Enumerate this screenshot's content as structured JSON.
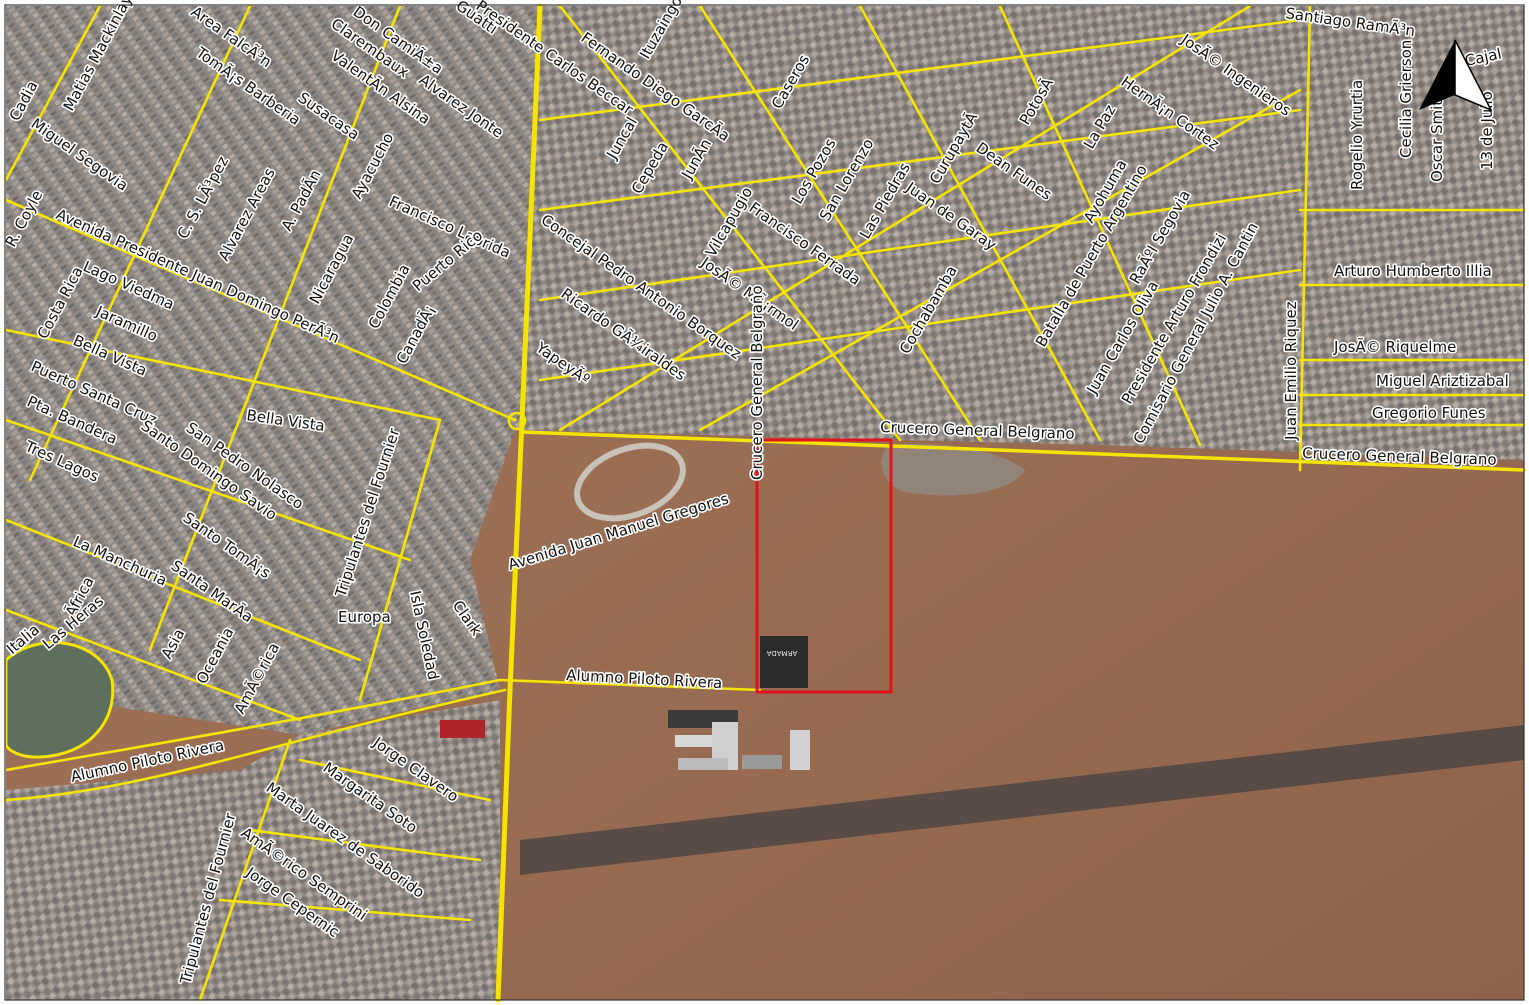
{
  "map": {
    "north_arrow": true,
    "colors": {
      "roads": "#f5e400",
      "study_area": "#e1131b",
      "terrain": "#9a6b4f",
      "urban": "#8e8a86",
      "lagoon": "#5d6f5c",
      "runway": "#4a4545"
    },
    "streets": [
      "Matias Mackinlay",
      "Area FalcÃ³n",
      "Don CamiÃ±a",
      "Guatti",
      "Presidente Carlos Beccar",
      "Fernando Diego GarcÃ­a",
      "Ituzaingo",
      "Santiago RamÃ³n",
      "Cajal",
      "TomÃ¡s Barberia",
      "Clarembaux",
      "ValentÃ­n Alsina",
      "Alvarez Jonte",
      "Susacasa",
      "Miguel Segovia",
      "C. S. LÃ³pez",
      "Alvarez Areas",
      "A. PadÃ­n",
      "Ayacucho",
      "Juncal",
      "Cepeda",
      "JunÃ­n",
      "Caseros",
      "Los Pozos",
      "San Lorenzo",
      "Las Piedras",
      "CurupaytÃ­",
      "Dean Funes",
      "PotosÃ­",
      "La Paz",
      "HernÃ¡n Cortez",
      "JosÃ© Ingenieros",
      "Rogelio Yrurtia",
      "Cecilia Grierson",
      "Oscar Smith",
      "13 de Julio",
      "Avenida Presidente Juan Domingo PerÃ³n",
      "Francisco Laprida",
      "Nicaragua",
      "Colombia",
      "Puerto Rico",
      "CanadÃ¡",
      "Concejal Pedro Antonio Borquez",
      "Vilcapugio",
      "Francisco Ferrada",
      "JosÃ© MÃ¡rmol",
      "Cochabamba",
      "Juan de Garay",
      "Ayohuma",
      "Batalla de Puerto Argentino",
      "RaÃºl Segovia",
      "Juan Carlos Oliva",
      "Presidente Arturo Frondizi",
      "Comisario General Julio A. Cantin",
      "Juan Emilio Riquez",
      "Arturo Humberto Illia",
      "JosÃ© Riquelme",
      "Miguel Ariztizabal",
      "Gregorio Funes",
      "Crucero General Belgrano",
      "Costa Rica",
      "Lago Viedma",
      "Jaramillo",
      "Bella Vista",
      "Puerto Santa Cruz",
      "San Pedro Nolasco",
      "Pta. Bandera",
      "Santo Domingo Savio",
      "Tres Lagos",
      "Santo TomÃ¡s",
      "La Manchuria",
      "Santa MarÃ­a",
      "Ãfrica",
      "Asia",
      "Oceania",
      "AmÃ©rica",
      "Las Heras",
      "Italia",
      "Europa",
      "Isla Soledad",
      "Clark",
      "Tripulantes del Fournier",
      "Ricardo GÃ¼iraldes",
      "YapeyÃº",
      "Avenida Juan Manuel Gregores",
      "Alumno Piloto Rivera",
      "Jorge Clavero",
      "Margarita Soto",
      "Marta Juarez de Saborido",
      "AmÃ©rico Semprini",
      "Jorge Cepernic",
      "R. Coyle",
      "Cadia",
      "ARMADA"
    ]
  }
}
